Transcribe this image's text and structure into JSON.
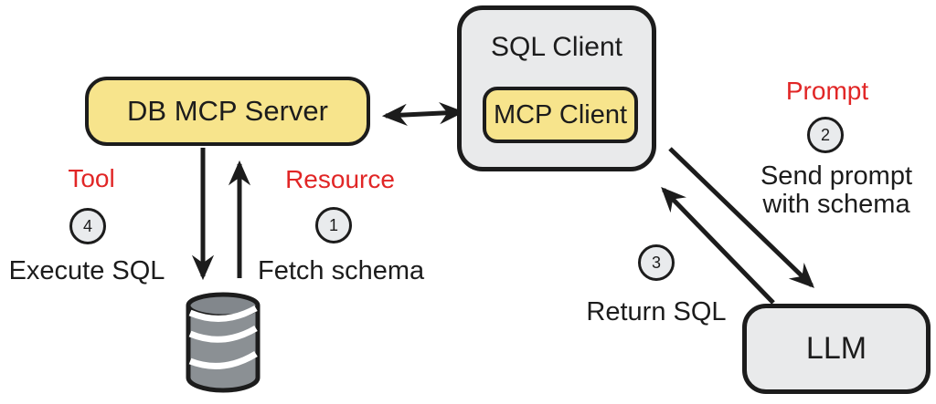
{
  "palette": {
    "accent_red": "#e12626",
    "node_yellow": "#f7e48c",
    "node_gray": "#e9eaeb",
    "cylinder_gray": "#8b9094",
    "ink_black": "#1c1c1c"
  },
  "nodes": {
    "db_mcp_server": {
      "label": "DB MCP Server"
    },
    "sql_client": {
      "label": "SQL Client"
    },
    "mcp_client": {
      "label": "MCP Client"
    },
    "llm": {
      "label": "LLM"
    }
  },
  "capability_labels": {
    "tool": "Tool",
    "resource": "Resource",
    "prompt": "Prompt"
  },
  "steps": {
    "fetch_schema": {
      "number": "1",
      "caption": "Fetch schema"
    },
    "send_prompt": {
      "number": "2",
      "caption_line1": "Send prompt",
      "caption_line2": "with schema"
    },
    "return_sql": {
      "number": "3",
      "caption": "Return SQL"
    },
    "execute_sql": {
      "number": "4",
      "caption": "Execute SQL"
    }
  }
}
